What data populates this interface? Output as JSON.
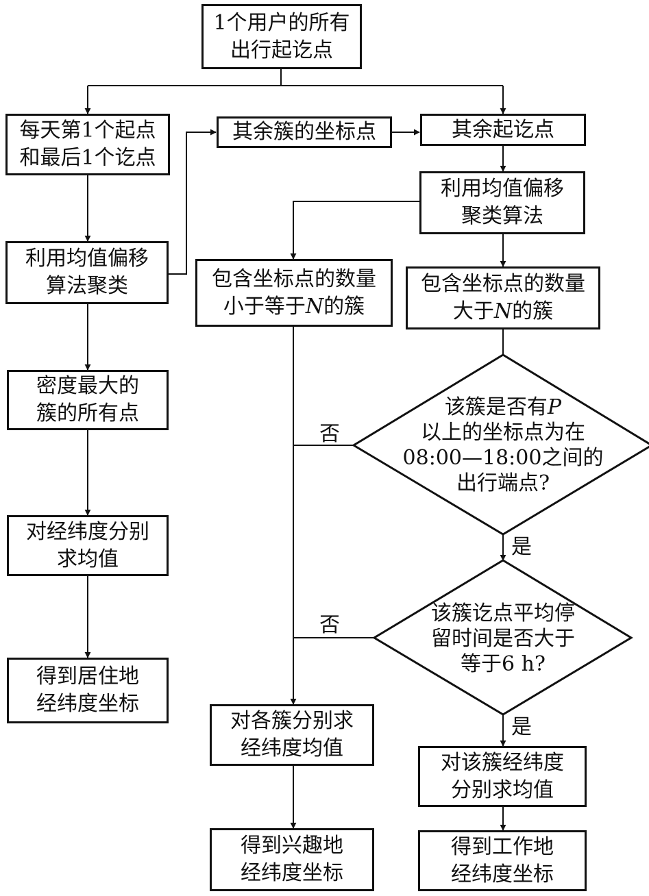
{
  "nodes": {
    "start": [
      "1个用户的所有",
      "出行起讫点"
    ],
    "first_last": [
      "每天第1个起点",
      "和最后1个讫点"
    ],
    "other_cluster_points": [
      "其余簇的坐标点"
    ],
    "other_od": [
      "其余起讫点"
    ],
    "meanshift_left": [
      "利用均值偏移",
      "算法聚类"
    ],
    "meanshift_right": [
      "利用均值偏移",
      "聚类算法"
    ],
    "small_cluster": {
      "line1": "包含坐标点的数量",
      "line2_pre": "小于等于",
      "line2_var": "N",
      "line2_post": "的簇"
    },
    "large_cluster": {
      "line1": "包含坐标点的数量",
      "line2_pre": "大于",
      "line2_var": "N",
      "line2_post": "的簇"
    },
    "densest": [
      "密度最大的",
      "簇的所有点"
    ],
    "mean_left": [
      "对经纬度分别",
      "求均值"
    ],
    "home": [
      "得到居住地",
      "经纬度坐标"
    ],
    "mean_each": [
      "对各簇分别求",
      "经纬度均值"
    ],
    "interest": [
      "得到兴趣地",
      "经纬度坐标"
    ],
    "mean_cluster": [
      "对该簇经纬度",
      "分别求均值"
    ],
    "work": [
      "得到工作地",
      "经纬度坐标"
    ]
  },
  "decisions": {
    "worktime": {
      "line1_pre": "该簇是否有",
      "line1_var": "P",
      "line2": "以上的坐标点为在",
      "line3": "08:00—18:00之间的",
      "line4": "出行端点?"
    },
    "stay": [
      "该簇讫点平均停",
      "留时间是否大于",
      "等于6 h?"
    ]
  },
  "labels": {
    "no1": "否",
    "yes1": "是",
    "no2": "否",
    "yes2": "是"
  }
}
